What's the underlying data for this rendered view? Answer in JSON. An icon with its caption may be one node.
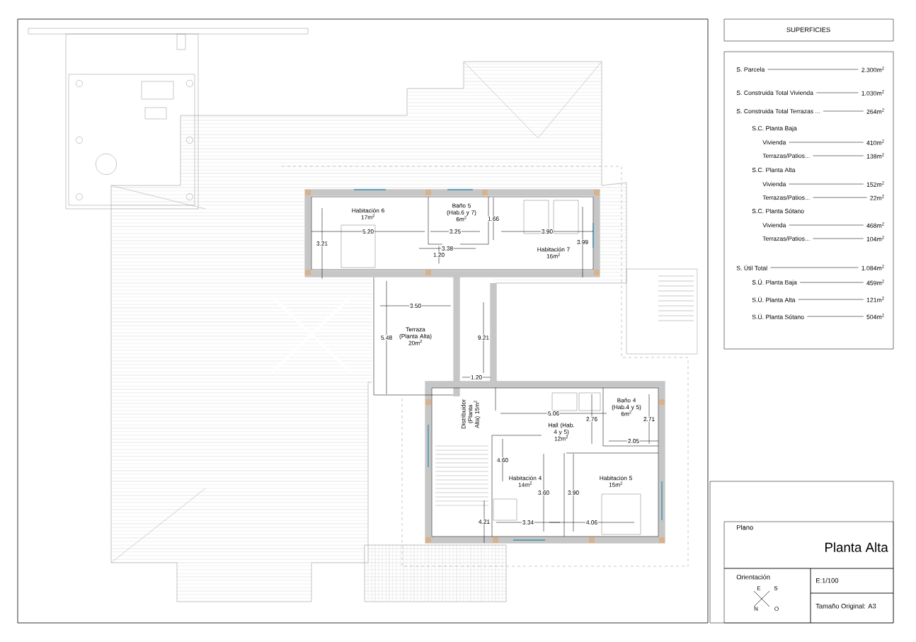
{
  "diagram": {
    "nodes": [
      {
        "text": [
          "Habitación 6",
          "17m$^{2}$"
        ]
      },
      {
        "text": [
          "Baño 5 (Hab.6 y 7)",
          "6m$^{2}$"
        ]
      },
      {
        "text": [
          "Habitación 7",
          "16m$^{2}$"
        ]
      },
      {
        "text": [
          "Terraza (Planta Alta)",
          "20m$^{2}$"
        ]
      },
      {
        "text": [
          "Distribuidor (Planta Alta) 15m$^{2}$"
        ]
      },
      {
        "text": [
          "Hall (Hab. 4 y 5)",
          "12m$^{2}$"
        ]
      },
      {
        "text": [
          "Baño 4 (Hab.4 y 5)",
          "6m$^{2}$"
        ]
      },
      {
        "text": [
          "Habitación 4",
          "14m$^{2}$"
        ]
      },
      {
        "text": [
          "Habitación 5",
          "15m$^{2}$"
        ]
      },
      {
        "text": [
          "SUPERFICIES"
        ]
      },
      {
        "text": [
          "Plano",
          "Planta Alta"
        ]
      },
      {
        "text": [
          "Orientación"
        ]
      },
      {
        "text": [
          "E:1/100"
        ]
      },
      {
        "text": [
          "Tamaño Original: A3"
        ]
      }
    ],
    "labels": [
      "5.20",
      "3.21",
      "3.25",
      "1.66",
      "3.90",
      "3.99",
      "3.38",
      "1.20",
      "3.50",
      "5.48",
      "9.21",
      "1.20",
      "5.06",
      "2.76",
      "2.71",
      "2.05",
      "4.60",
      "3.60",
      "3.90",
      "4.21",
      "3.34",
      "4.06",
      "S. Parcela",
      "2.300m$^{2}$",
      "S. Construida Total Vivienda",
      "1.030m$^{2}$",
      "S. Construida Total Terrazas ...",
      "264m$^{2}$",
      "S.C. Planta Baja",
      "Vivienda",
      "410m$^{2}$",
      "Terrazas/Patios...",
      "138m$^{2}$",
      "S.C. Planta Alta",
      "Vivienda",
      "152m$^{2}$",
      "Terrazas/Patios...",
      "22m$^{2}$",
      "S.C. Planta Sótano",
      "Vivienda",
      "468m$^{2}$",
      "Terrazas/Patios...",
      "104m$^{2}$",
      "S. Útil Total",
      "1.084m$^{2}$",
      "S.Ú. Planta Baja",
      "459m$^{2}$",
      "S.Ú. Planta Alta",
      "121m$^{2}$",
      "S.Ú. Planta Sótano",
      "504m$^{2}$",
      "E",
      "S",
      "N",
      "O"
    ]
  }
}
